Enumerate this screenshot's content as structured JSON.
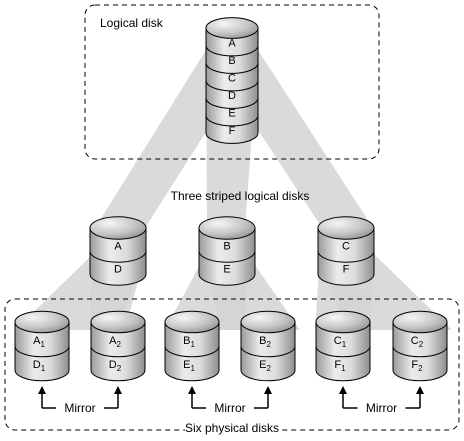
{
  "labels": {
    "logical_disk": "Logical disk",
    "three_striped": "Three striped logical disks",
    "six_physical": "Six physical disks",
    "mirror": "Mirror"
  },
  "logical_disk_stack": [
    "A",
    "B",
    "C",
    "D",
    "E",
    "F"
  ],
  "striped_disks": [
    {
      "id": "stripe-1",
      "segments": [
        "A",
        "D"
      ]
    },
    {
      "id": "stripe-2",
      "segments": [
        "B",
        "E"
      ]
    },
    {
      "id": "stripe-3",
      "segments": [
        "C",
        "F"
      ]
    }
  ],
  "physical_disks": [
    {
      "id": "phys-a1-d1",
      "segments": [
        {
          "letter": "A",
          "sub": "1"
        },
        {
          "letter": "D",
          "sub": "1"
        }
      ]
    },
    {
      "id": "phys-a2-d2",
      "segments": [
        {
          "letter": "A",
          "sub": "2"
        },
        {
          "letter": "D",
          "sub": "2"
        }
      ]
    },
    {
      "id": "phys-b1-e1",
      "segments": [
        {
          "letter": "B",
          "sub": "1"
        },
        {
          "letter": "E",
          "sub": "1"
        }
      ]
    },
    {
      "id": "phys-b2-e2",
      "segments": [
        {
          "letter": "B",
          "sub": "2"
        },
        {
          "letter": "E",
          "sub": "2"
        }
      ]
    },
    {
      "id": "phys-c1-f1",
      "segments": [
        {
          "letter": "C",
          "sub": "1"
        },
        {
          "letter": "F",
          "sub": "1"
        }
      ]
    },
    {
      "id": "phys-c2-f2",
      "segments": [
        {
          "letter": "C",
          "sub": "2"
        },
        {
          "letter": "F",
          "sub": "2"
        }
      ]
    }
  ],
  "colors": {
    "beam": "#d4d4d4",
    "disk_top_light": "#f4f4f4",
    "disk_top_dark": "#8c8c8c",
    "disk_body_light": "#ececec",
    "disk_body_dark": "#9a9a9a",
    "outline": "#000000"
  }
}
